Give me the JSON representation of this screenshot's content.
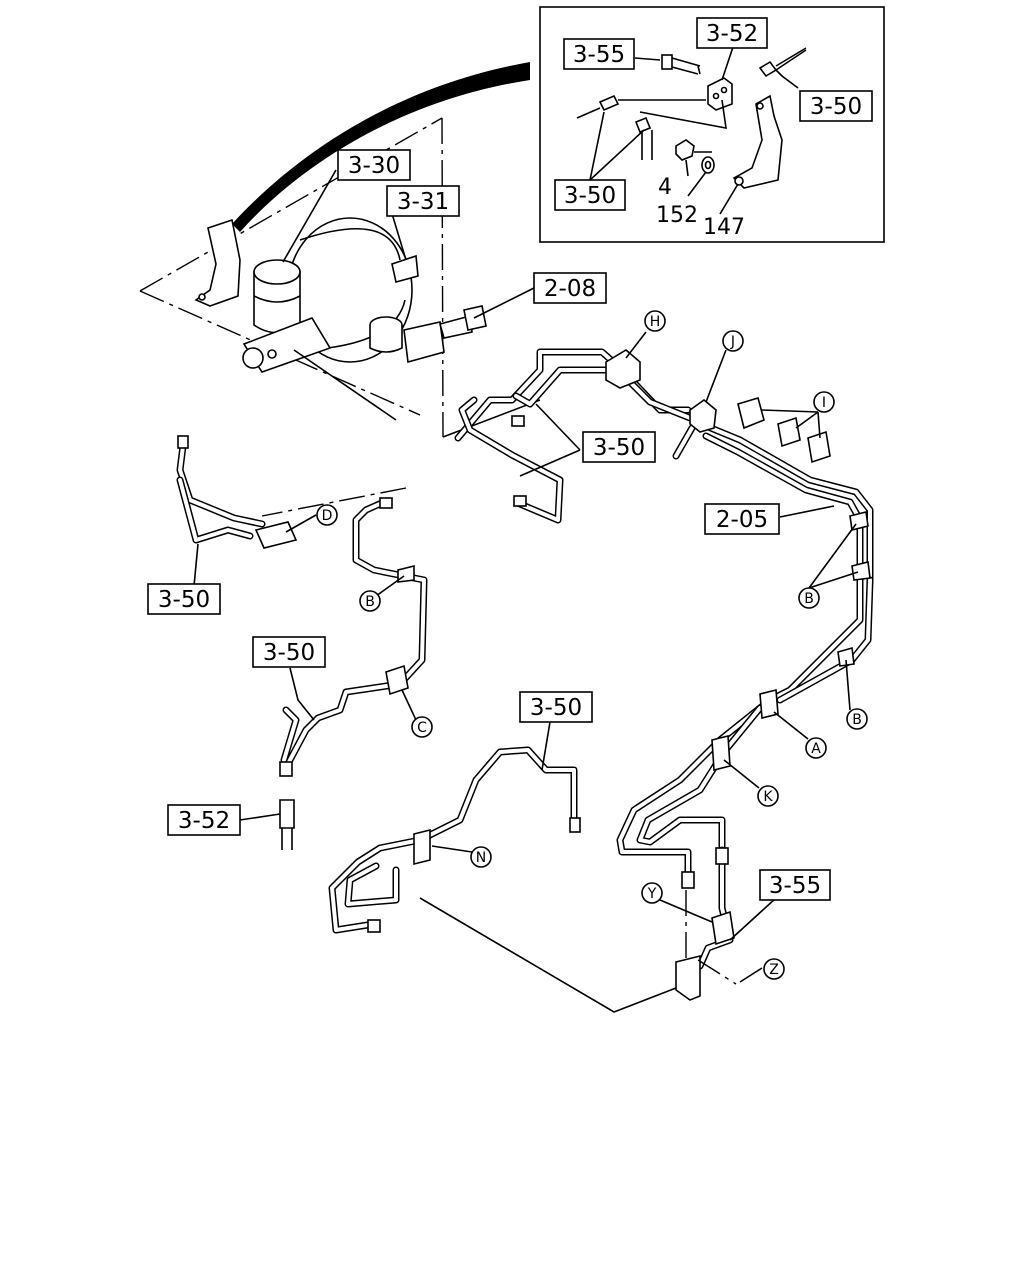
{
  "labels": {
    "ref_3_55_inset": "3-55",
    "ref_3_52_inset": "3-52",
    "ref_3_50_inset_right": "3-50",
    "ref_3_50_inset_left": "3-50",
    "num_4": "4",
    "num_152": "152",
    "num_147": "147",
    "ref_3_30": "3-30",
    "ref_3_31": "3-31",
    "ref_2_08": "2-08",
    "ref_3_50_center": "3-50",
    "ref_2_05": "2-05",
    "ref_3_50_left": "3-50",
    "ref_3_50_mid_left": "3-50",
    "ref_3_52_bottom": "3-52",
    "ref_3_50_bottom": "3-50",
    "ref_3_55_bottom": "3-55"
  },
  "callouts": {
    "H": "H",
    "J": "J",
    "I": "I",
    "D": "D",
    "B1": "B",
    "B2": "B",
    "B3": "B",
    "C": "C",
    "A": "A",
    "K": "K",
    "N": "N",
    "Y": "Y",
    "Z": "Z"
  }
}
